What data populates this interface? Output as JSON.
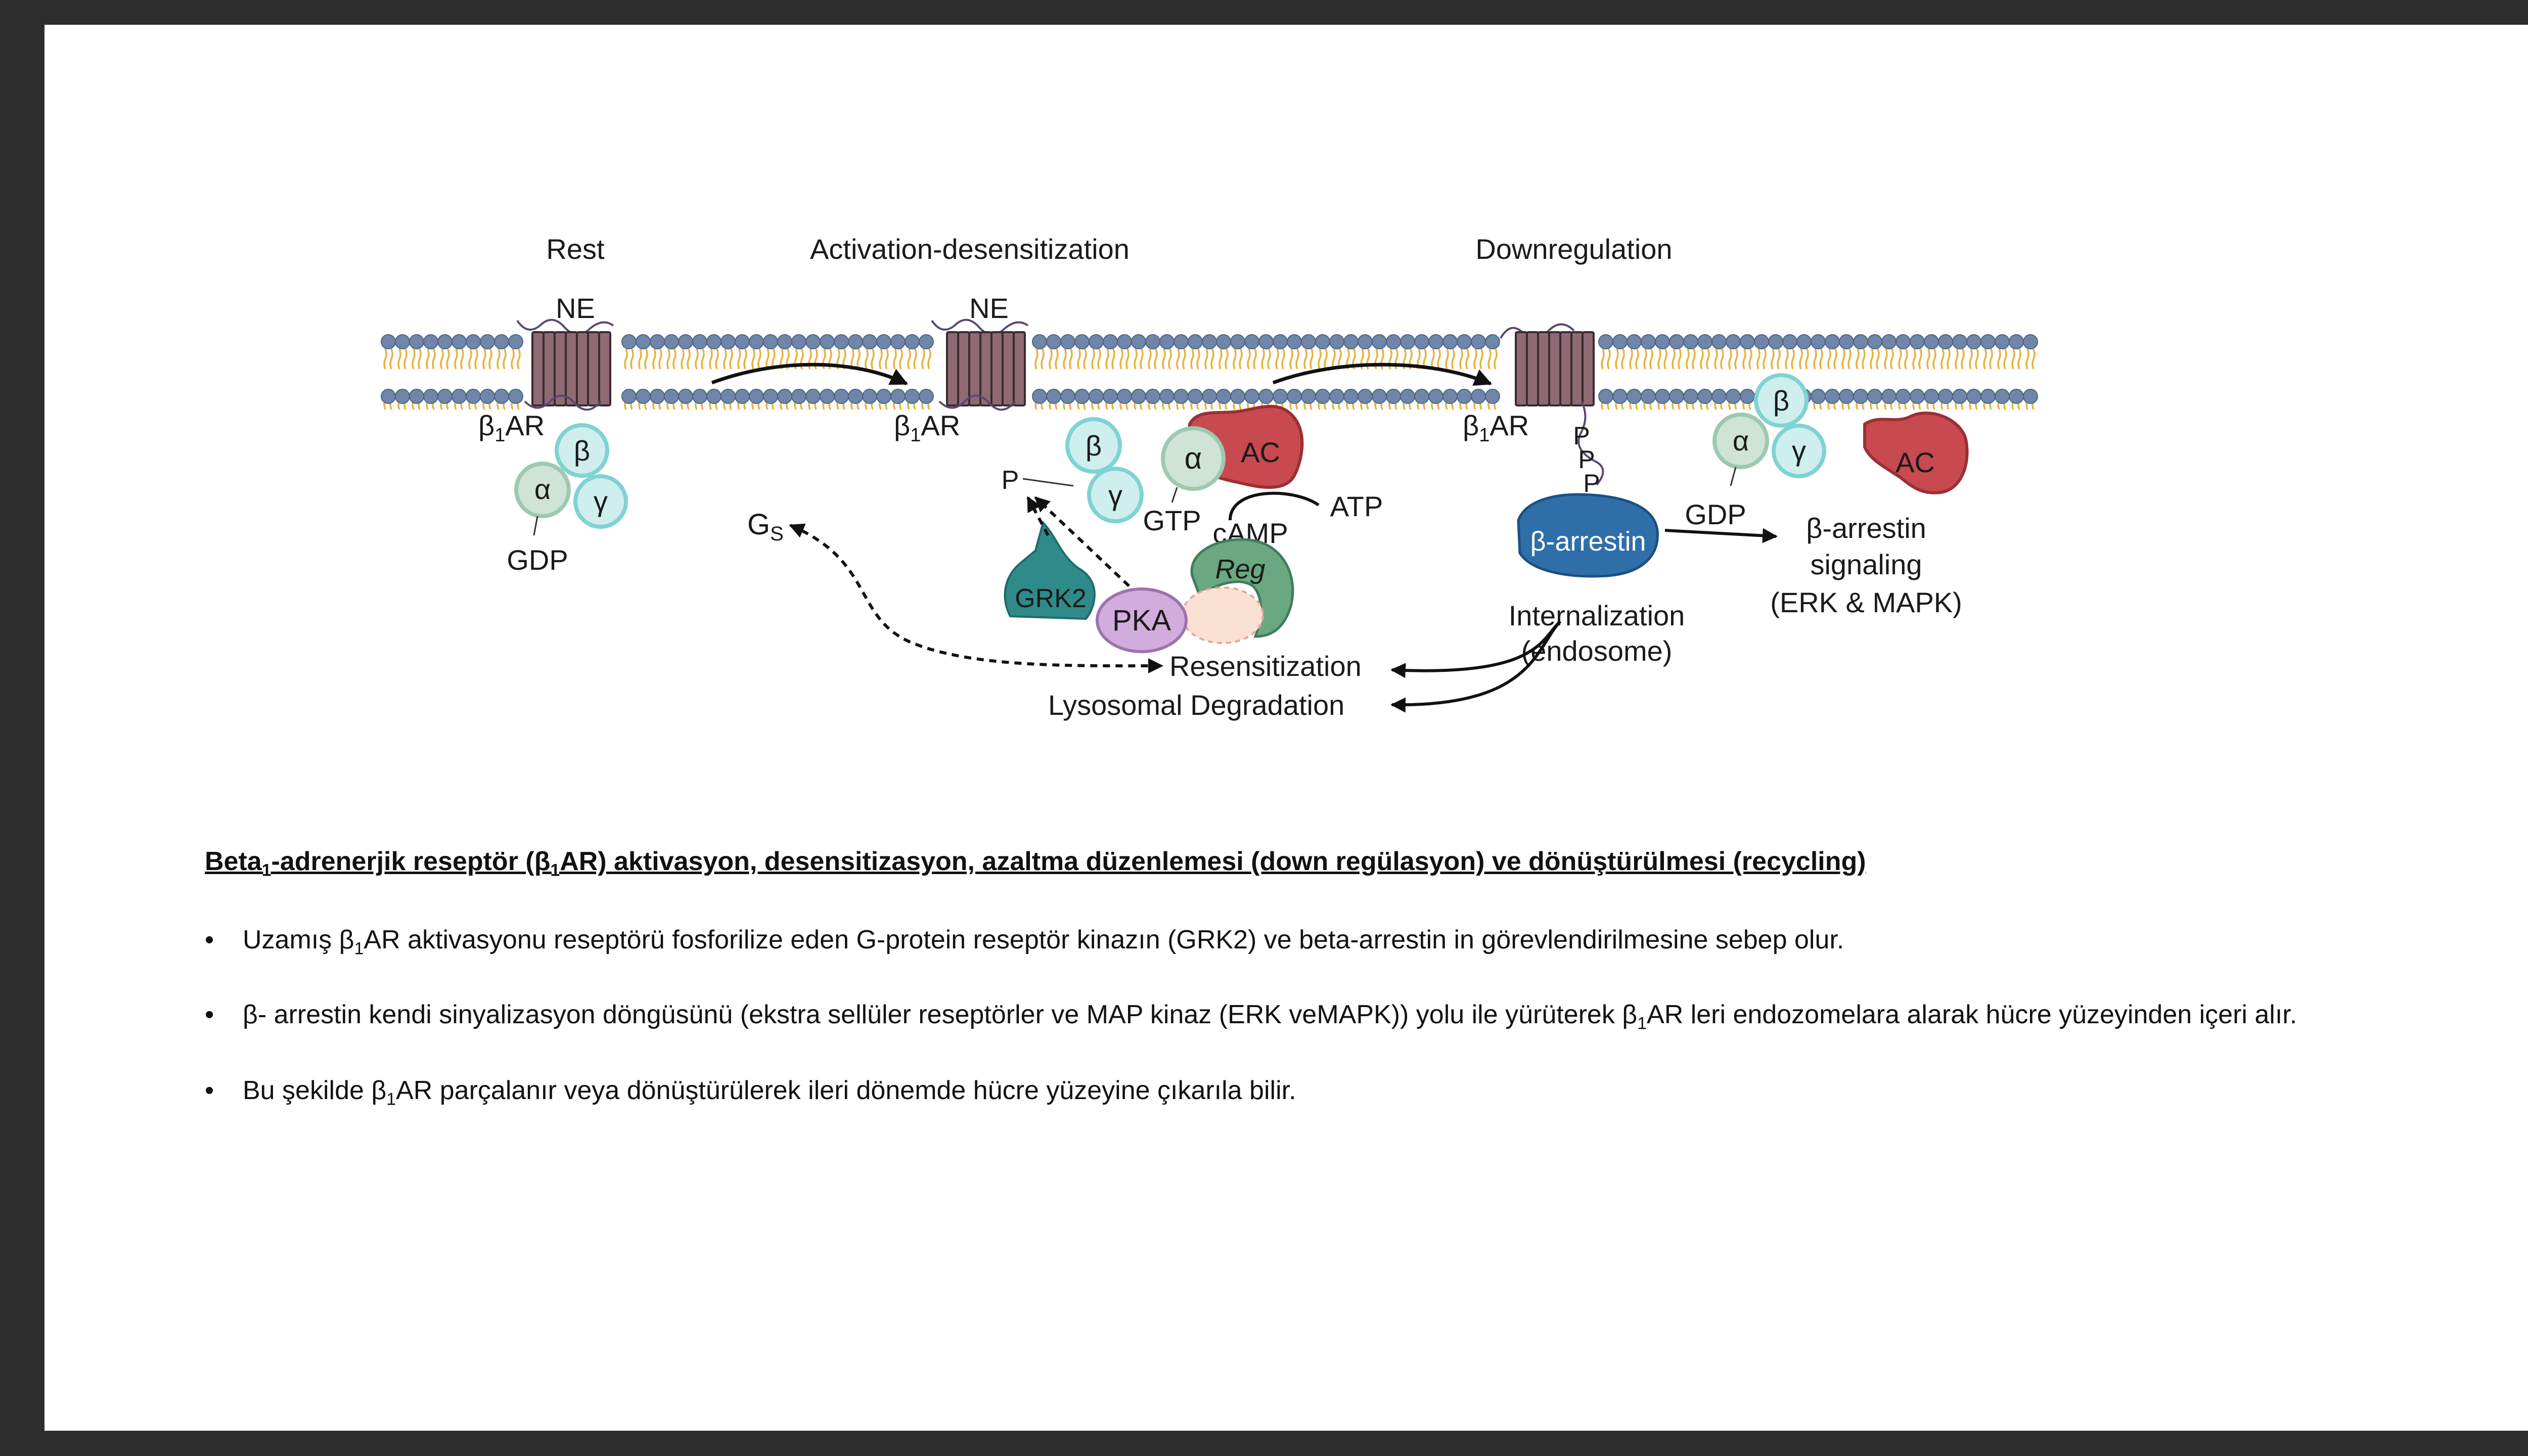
{
  "diagram": {
    "stages": [
      "Rest",
      "Activation-desensitization",
      "Downregulation"
    ],
    "ligand": "NE",
    "receptor": "β",
    "receptor_sub": "1",
    "receptor_suffix": "AR",
    "subunits": {
      "alpha": "α",
      "beta": "β",
      "gamma": "γ"
    },
    "gdp": "GDP",
    "gtp": "GTP",
    "gs": "G",
    "gs_sub": "S",
    "phospho": "P",
    "grk2": "GRK2",
    "pka": "PKA",
    "reg": "Reg",
    "ac": "AC",
    "camp": "cAMP",
    "atp": "ATP",
    "arrestin": "β-arrestin",
    "internalization": [
      "Internalization",
      "(endosome)"
    ],
    "signaling": [
      "β-arrestin",
      "signaling",
      "(ERK & MAPK)"
    ],
    "resensitization": "Resensitization",
    "lysosomal": "Lysosomal Degradation",
    "colors": {
      "head": "#6e86a8",
      "tail": "#e8b23a",
      "receptor": "#8f6a72",
      "subunit_fill": "#cfeeee",
      "subunit_stroke": "#7fd3d0",
      "ac": "#c8494f",
      "grk2": "#2f8a8a",
      "pka": "#d2acdc",
      "reg": "#6aa882",
      "arrestin": "#2e6faa"
    }
  },
  "caption": {
    "pre": "Beta",
    "sub1": "1",
    "mid": "-adrenerjik reseptör (β",
    "sub2": "1",
    "post": "AR) aktivasyon, desensitizasyon, azaltma düzenlemesi (down regülasyon) ve dönüştürülmesi (recycling)"
  },
  "bullets": [
    {
      "pre": "Uzamış β",
      "sub": "1",
      "post": "AR aktivasyonu reseptörü fosforilize eden G-protein reseptör kinazın (GRK2) ve beta-arrestin in görevlendirilmesine sebep olur."
    },
    {
      "pre": "β- arrestin kendi sinyalizasyon döngüsünü (ekstra sellüler reseptörler ve MAP kinaz (ERK veMAPK)) yolu ile yürüterek β",
      "sub": "1",
      "post": "AR leri endozomelara alarak hücre yüzeyinden içeri alır."
    },
    {
      "pre": "Bu şekilde β",
      "sub": "1",
      "post": "AR parçalanır veya dönüştürülerek ileri dönemde hücre yüzeyine çıkarıla bilir."
    }
  ],
  "bullet_marker": "•"
}
